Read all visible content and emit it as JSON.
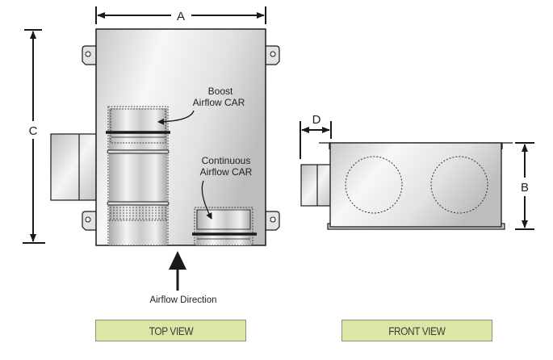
{
  "dimensions": {
    "a": "A",
    "b": "B",
    "c": "C",
    "d": "D"
  },
  "callouts": {
    "boost_line1": "Boost",
    "boost_line2": "Airflow CAR",
    "continuous_line1": "Continuous",
    "continuous_line2": "Airflow CAR",
    "airflow_direction": "Airflow Direction"
  },
  "views": {
    "top": "TOP VIEW",
    "front": "FRONT VIEW"
  },
  "colors": {
    "label_fill": "#dde6a8",
    "label_border": "#8f9470",
    "line": "#1a1a1a"
  }
}
